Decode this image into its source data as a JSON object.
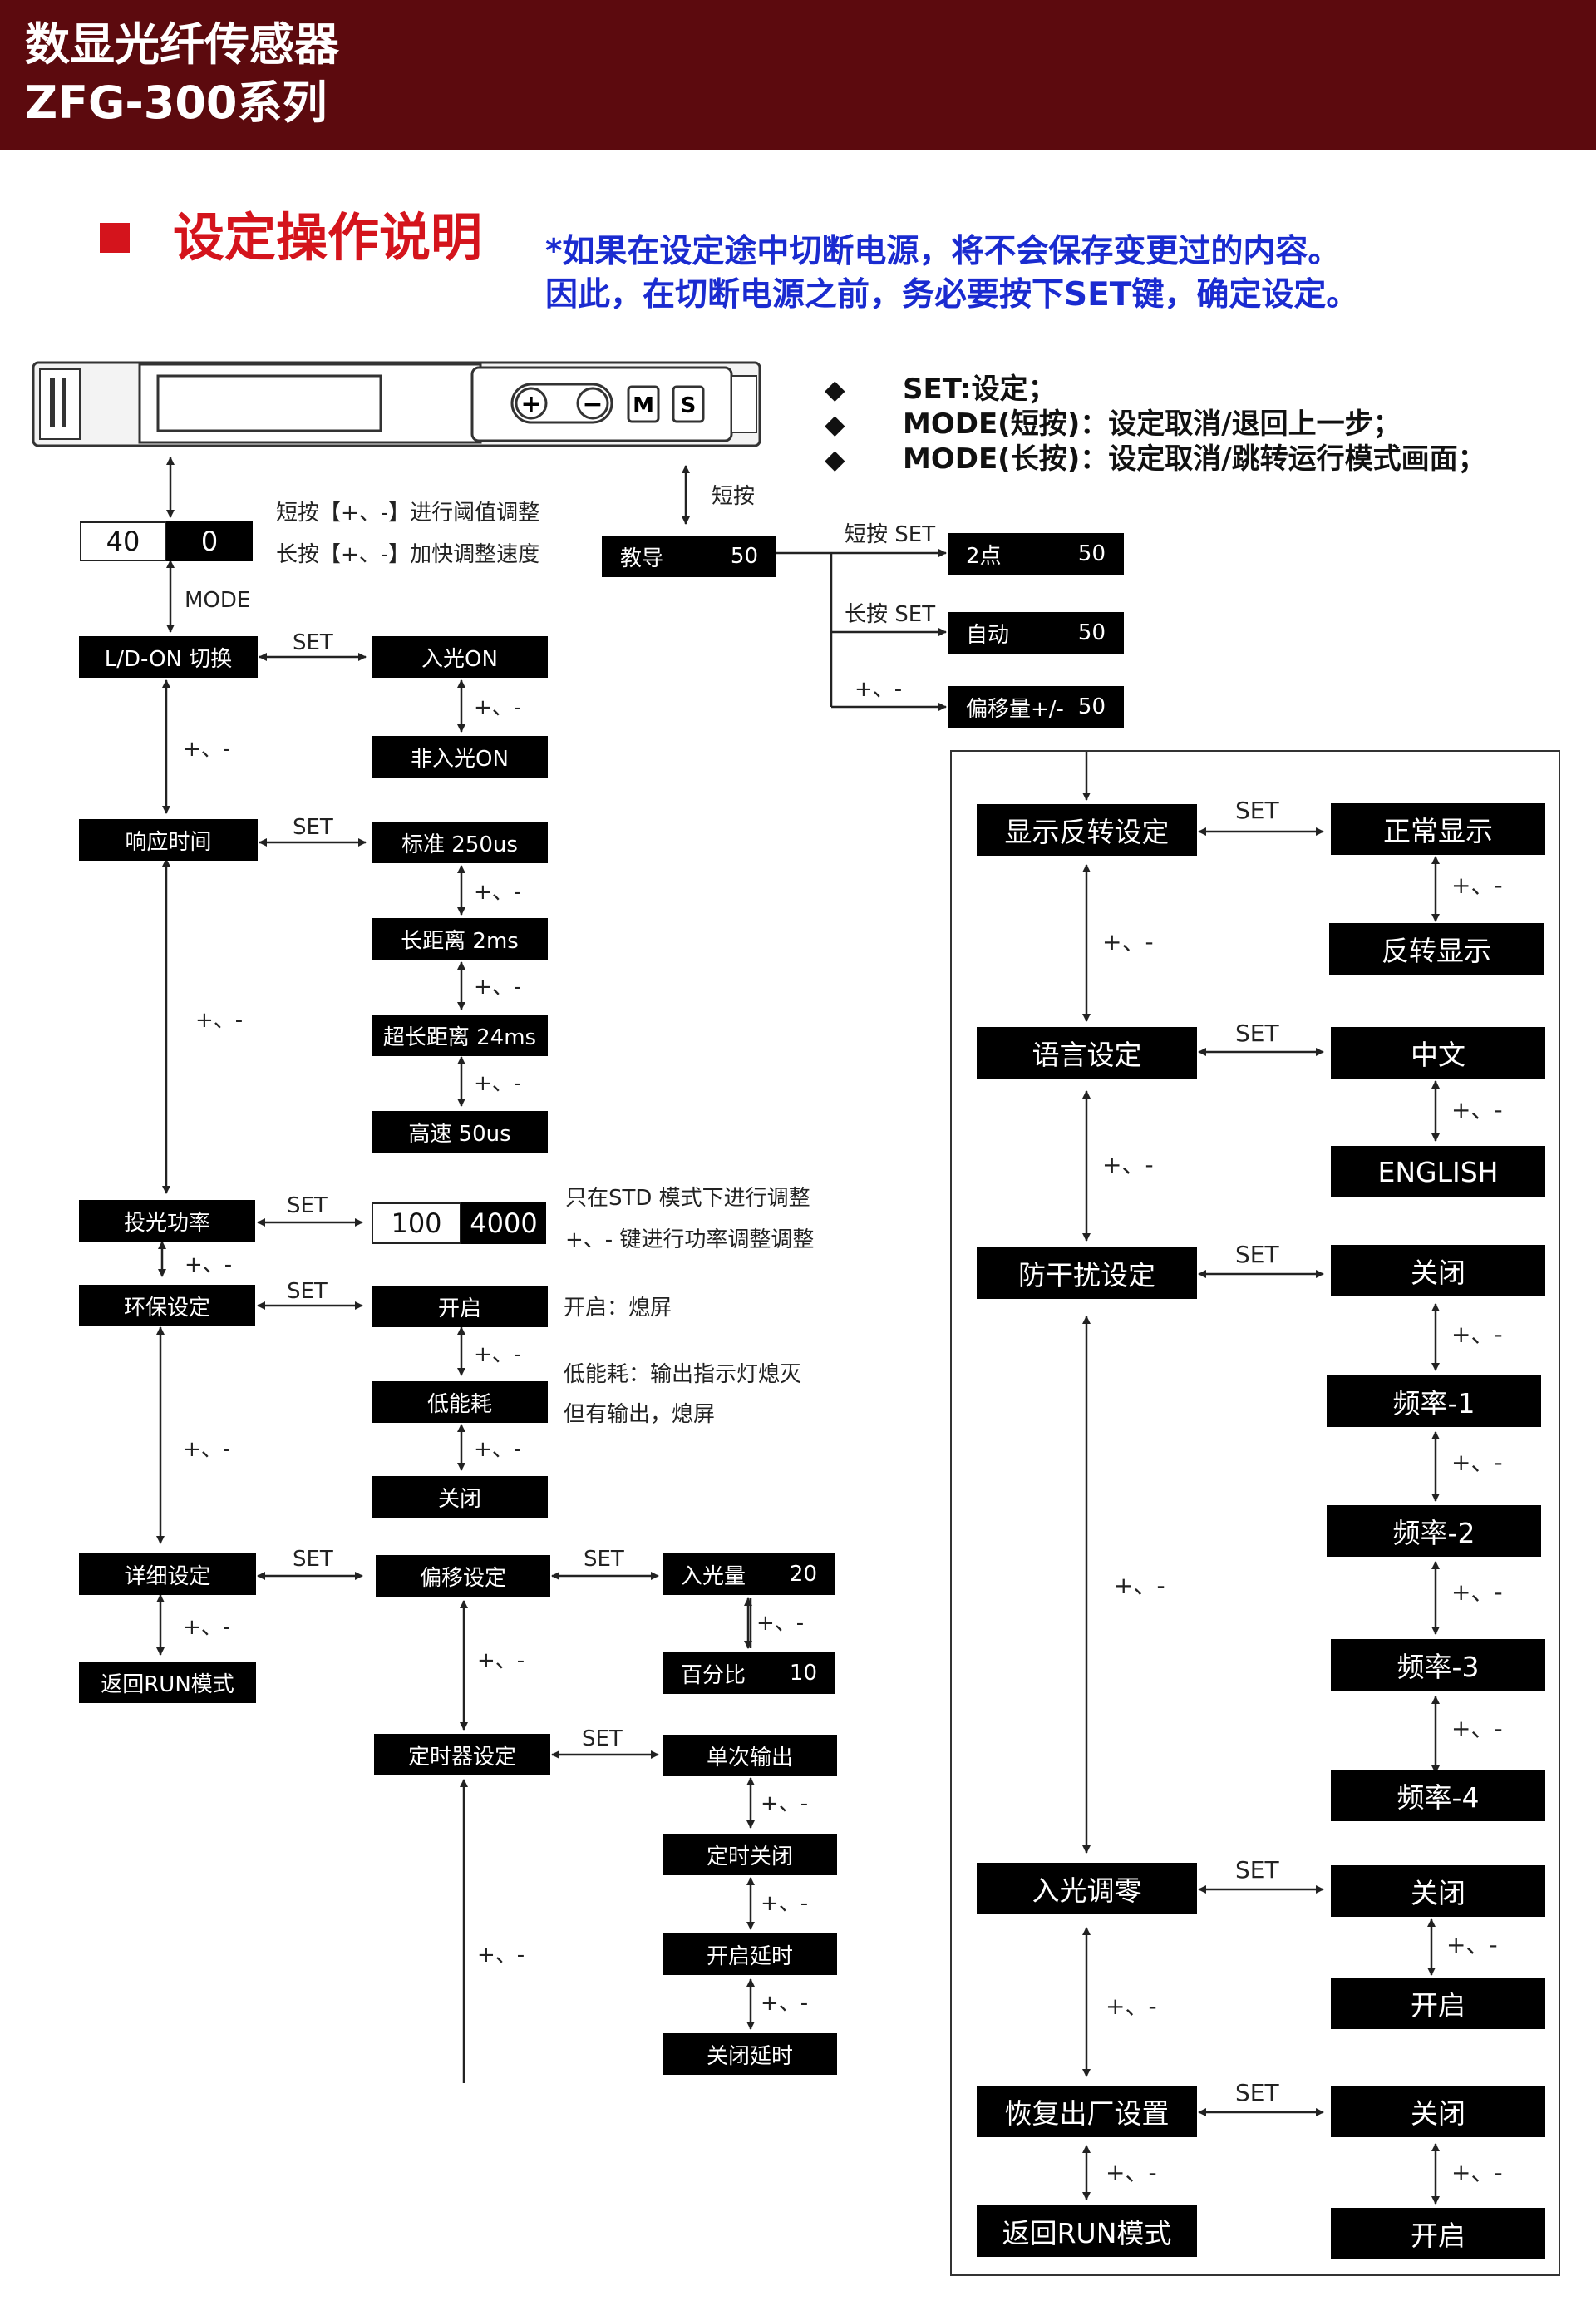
{
  "header": {
    "title_line1": "数显光纤传感器",
    "title_line2": "ZFG-300系列"
  },
  "section": {
    "title": "设定操作说明"
  },
  "notice": {
    "line1": "*如果在设定途中切断电源，将不会保存变更过的内容。",
    "line2": "因此，在切断电源之前，务必要按下SET键，确定设定。"
  },
  "legend": [
    {
      "text": "SET:设定；"
    },
    {
      "text": "MODE(短按)：设定取消/退回上一步；"
    },
    {
      "text": "MODE(长按)：设定取消/跳转运行模式画面；"
    }
  ],
  "display": {
    "value1": "40",
    "value2": "0",
    "power1": "100",
    "power2": "4000"
  },
  "notes": {
    "short_press": "短按【+、-】进行阈值调整",
    "long_press": "长按【+、-】加快调整速度",
    "mode": "MODE",
    "short": "短按",
    "std_only": "只在STD 模式下进行调整",
    "power_keys": "+、- 键进行功率调整调整",
    "eco_on": "开启：熄屏",
    "eco_low1": "低能耗：输出指示灯熄灭",
    "eco_low2": "但有输出，熄屏"
  },
  "labels": {
    "set": "SET",
    "pm": "+、-",
    "short_set": "短按 SET",
    "long_set": "长按 SET"
  },
  "teach": {
    "main": {
      "name": "教导",
      "val": "50"
    },
    "two_point": {
      "name": "2点",
      "val": "50"
    },
    "auto": {
      "name": "自动",
      "val": "50"
    },
    "offset": {
      "name": "偏移量+/-",
      "val": "50"
    }
  },
  "menu": {
    "ld": "L/D-ON 切换",
    "light_on": "入光ON",
    "dark_on": "非入光ON",
    "response": "响应时间",
    "resp_std": "标准 250us",
    "resp_long": "长距离 2ms",
    "resp_xlong": "超长距离 24ms",
    "resp_fast": "高速 50us",
    "power": "投光功率",
    "eco": "环保设定",
    "eco_on": "开启",
    "eco_low": "低能耗",
    "eco_off": "关闭",
    "detail": "详细设定",
    "return_run": "返回RUN模式",
    "offset_set": "偏移设定",
    "offset_in": {
      "name": "入光量",
      "val": "20"
    },
    "offset_pct": {
      "name": "百分比",
      "val": "10"
    },
    "timer": "定时器设定",
    "timer_single": "单次输出",
    "timer_off_delay": "定时关闭",
    "timer_on_delay": "开启延时",
    "timer_close_delay": "关闭延时"
  },
  "right": {
    "display_flip": "显示反转设定",
    "normal": "正常显示",
    "flipped": "反转显示",
    "language": "语言设定",
    "chinese": "中文",
    "english": "ENGLISH",
    "anti": "防干扰设定",
    "anti_off": "关闭",
    "freq1": "频率-1",
    "freq2": "频率-2",
    "freq3": "频率-3",
    "freq4": "频率-4",
    "zero": "入光调零",
    "zero_off": "关闭",
    "zero_on": "开启",
    "factory": "恢复出厂设置",
    "factory_off": "关闭",
    "factory_on": "开启",
    "return_run": "返回RUN模式"
  },
  "sensor": {
    "key_plus": "+",
    "key_minus": "−",
    "key_m": "M",
    "key_s": "S"
  },
  "colors": {
    "header_bg": "#5c0a0e",
    "accent_red": "#d4141c",
    "notice_blue": "#1a2bd0"
  }
}
